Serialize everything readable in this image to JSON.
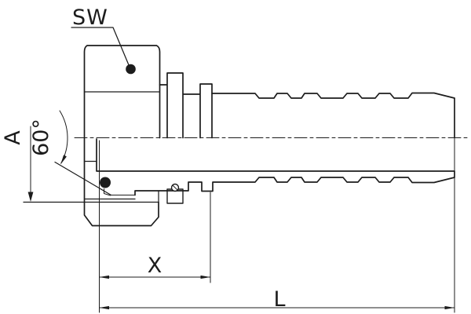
{
  "drawing": {
    "labels": {
      "sw": "SW",
      "thread": "A",
      "cone_angle": "60°",
      "cutoff": "X",
      "length": "L"
    },
    "colors": {
      "line": "#1c1c1c",
      "background": "#ffffff"
    }
  }
}
